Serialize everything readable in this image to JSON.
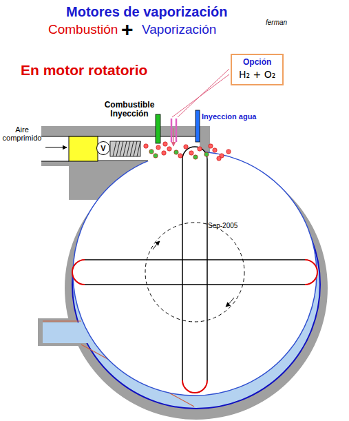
{
  "diagram": {
    "title": "Motores de vaporización",
    "nodes": [
      {
        "text": [
          "Opción",
          "H₂ + O₂"
        ]
      },
      {
        "text": [
          "V"
        ]
      }
    ],
    "labels": [
      "Combustión",
      "+",
      "Vaporización",
      "ferman",
      "En motor rotatorio",
      "Combustible Inyección",
      "Inyeccion agua",
      "Aire comprimido",
      "Sep-2005"
    ]
  }
}
